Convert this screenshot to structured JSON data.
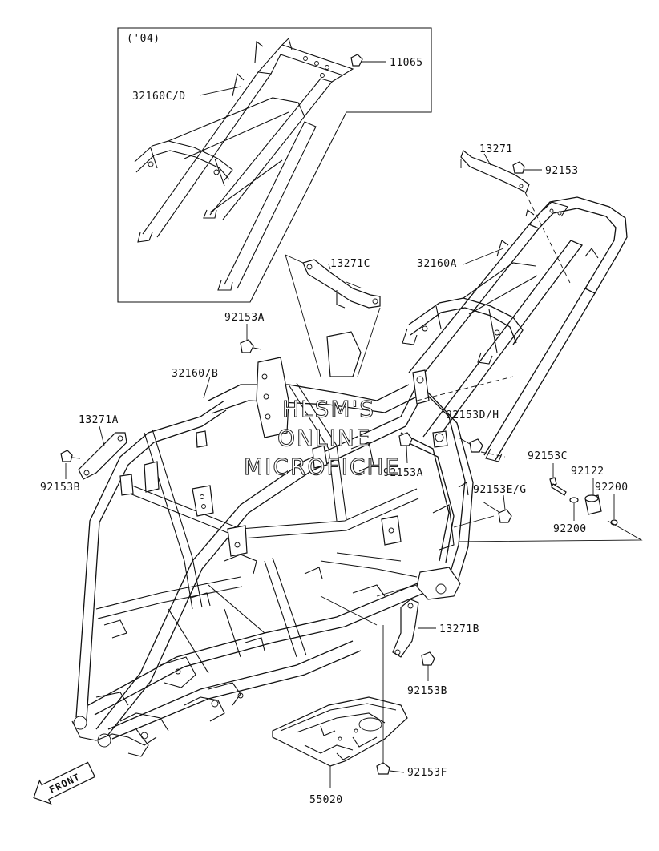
{
  "inset": {
    "year_label": "('04)"
  },
  "callouts": {
    "p11065": "11065",
    "p32160cd": "32160C/D",
    "p13271": "13271",
    "p92153": "92153",
    "p32160a": "32160A",
    "p13271c": "13271C",
    "p92153a_top": "92153A",
    "p32160b": "32160/B",
    "p13271a": "13271A",
    "p92153dh": "92153D/H",
    "p92153b_left": "92153B",
    "p92153a_mid": "92153A",
    "p92153c": "92153C",
    "p92122": "92122",
    "p92200_right": "92200",
    "p92153eg": "92153E/G",
    "p92200_low": "92200",
    "p13271b": "13271B",
    "p92153b_low": "92153B",
    "p92153f": "92153F",
    "p55020": "55020"
  },
  "watermark": {
    "line1": "HLSM'S",
    "line2": "ONLINE",
    "line3": "MICROFICHE"
  },
  "front_arrow": {
    "label": "FRONT"
  }
}
